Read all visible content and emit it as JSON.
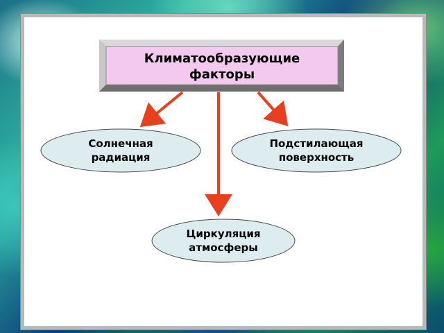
{
  "diagram": {
    "main_node": {
      "lines": [
        "Климатообразующие",
        "факторы"
      ]
    },
    "nodes": [
      {
        "id": "solar",
        "lines": [
          "Солнечная",
          "радиация"
        ]
      },
      {
        "id": "surface",
        "lines": [
          "Подстилающая",
          "поверхность"
        ]
      },
      {
        "id": "circulation",
        "lines": [
          "Циркуляция",
          "атмосферы"
        ]
      }
    ]
  },
  "colors": {
    "main_box_fill": "#f4c9ef",
    "main_box_bevel": "#a9a9a9",
    "ellipse_fill": "#dcecef",
    "arrow": "#e8401f"
  }
}
